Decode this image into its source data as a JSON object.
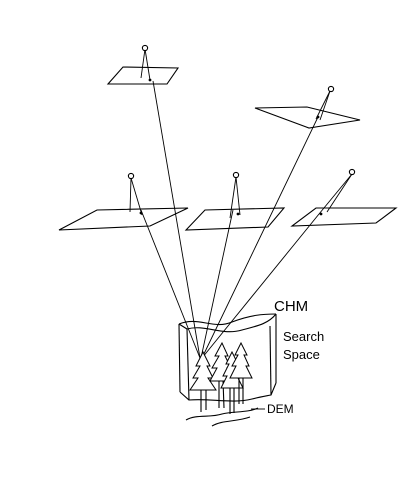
{
  "labels": {
    "chm": "CHM",
    "search_line1": "Search",
    "search_line2": "Space",
    "dem": "DEM"
  },
  "colors": {
    "ink": "#000000",
    "background": "#ffffff"
  }
}
